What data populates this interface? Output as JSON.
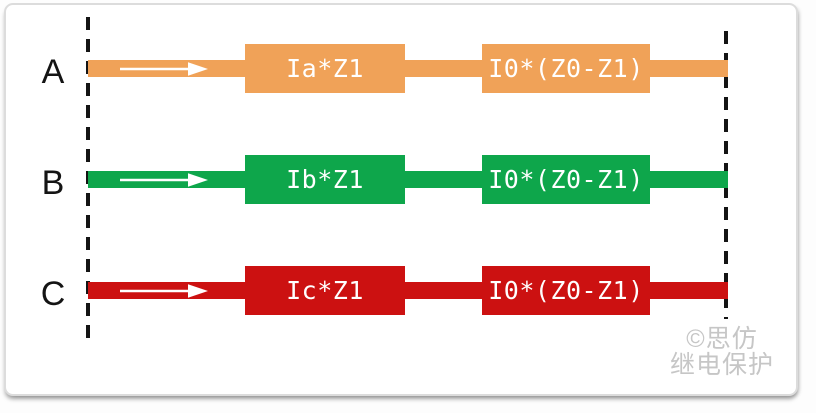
{
  "diagram": {
    "title_implicit": "phase-impedance-diagram",
    "rows": [
      {
        "phase": "A",
        "block1": "Ia*Z1",
        "block2": "I0*(Z0-Z1)",
        "color_key": "phase_a"
      },
      {
        "phase": "B",
        "block1": "Ib*Z1",
        "block2": "I0*(Z0-Z1)",
        "color_key": "phase_b"
      },
      {
        "phase": "C",
        "block1": "Ic*Z1",
        "block2": "I0*(Z0-Z1)",
        "color_key": "phase_c"
      }
    ],
    "icons": {
      "arrow": "current-direction-arrow",
      "bus_left": "left-boundary-dashed-line",
      "bus_right": "right-boundary-dashed-line"
    }
  },
  "colors": {
    "phase_a": "#F0A258",
    "phase_b": "#0EA64B",
    "phase_c": "#CC1111",
    "dashed_line": "#141414",
    "block_text": "#FFFFFF",
    "watermark": "#C6C6C6",
    "card_background": "#FFFFFF"
  },
  "watermark": {
    "line1": "©思仿",
    "line2": "继电保护"
  }
}
